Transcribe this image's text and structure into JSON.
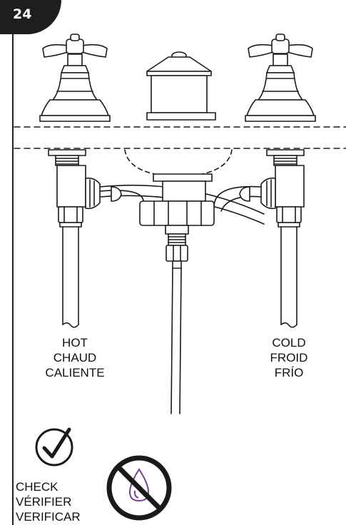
{
  "step": {
    "number": "24"
  },
  "labels": {
    "hot": [
      "HOT",
      "CHAUD",
      "CALIENTE"
    ],
    "cold": [
      "COLD",
      "FROID",
      "FRÍO"
    ],
    "check": [
      "CHECK",
      "VÉRIFIER",
      "VERIFICAR"
    ]
  },
  "icons": {
    "check_icon": "check-circle-icon",
    "no_leak_icon": "no-water-drop-icon",
    "leak_drop_color": "#7a3d8f"
  }
}
